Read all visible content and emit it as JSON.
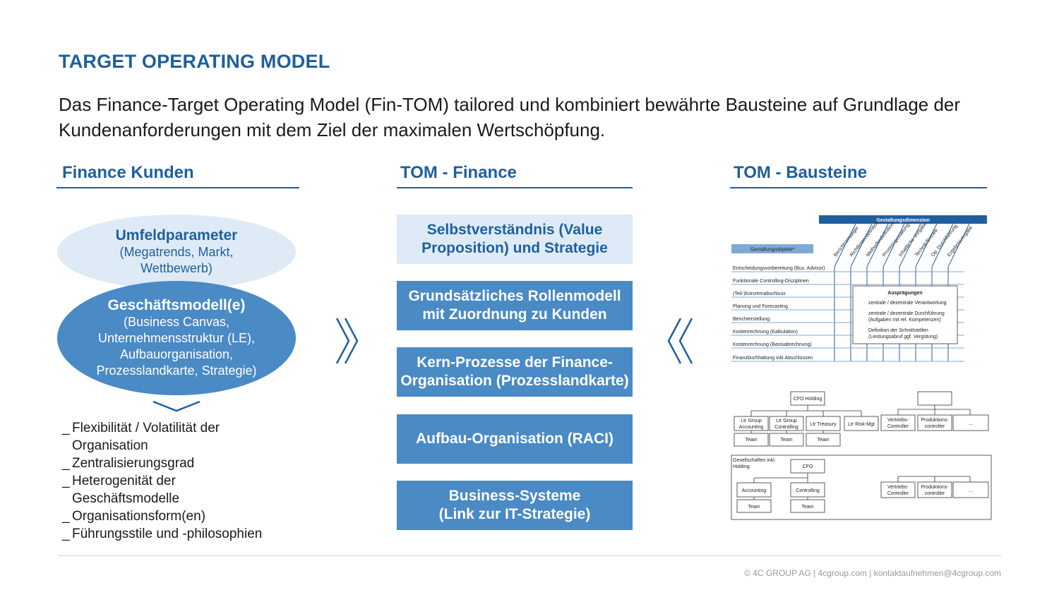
{
  "title": "TARGET OPERATING MODEL",
  "subtitle": "Das Finance-Target Operating Model (Fin-TOM) tailored und kombiniert bewährte Bausteine auf Grundlage der Kundenanforderungen mit dem Ziel der maximalen Wertschöpfung.",
  "columns": {
    "left": "Finance Kunden",
    "middle": "TOM - Finance",
    "right": "TOM - Bausteine"
  },
  "left": {
    "top_ellipse": {
      "heading": "Umfeldparameter",
      "line1": "(Megatrends, Markt,",
      "line2": "Wettbewerb)"
    },
    "bottom_ellipse": {
      "heading": "Geschäftsmodell(e)",
      "line1": "(Business Canvas,",
      "line2": "Unternehmensstruktur (LE),",
      "line3": "Aufbauorganisation,",
      "line4": "Prozesslandkarte, Strategie)"
    },
    "bullet": "_",
    "items": [
      "Flexibilität / Volatilität der Organisation",
      "Zentralisierungsgrad",
      "Heterogenität der Geschäftsmodelle",
      "Organisationsform(en)",
      "Führungsstile und -philosophien"
    ]
  },
  "middle": {
    "boxes": [
      {
        "line1": "Selbstverständnis (Value",
        "line2": "Proposition) und Strategie"
      },
      {
        "line1": "Grundsätzliches Rollenmodell",
        "line2": "mit Zuordnung zu Kunden"
      },
      {
        "line1": "Kern-Prozesse der Finance-",
        "line2": "Organisation (Prozesslandkarte)"
      },
      {
        "line1": "Aufbau-Organisation (RACI)",
        "line2": ""
      },
      {
        "line1": "Business-Systeme",
        "line2": "(Link zur IT-Strategie)"
      }
    ]
  },
  "matrix": {
    "header": "Gestaltungsdimension",
    "objects_label": "Gestaltungsobjekte*",
    "dimensions": [
      "Berichtsstrategie",
      "Richtlinien/definition",
      "Methodendefinition",
      "Prozessgestaltung",
      "Inhaltliche Vorgabe",
      "Technik/Betrieb",
      "Op. Durchführung",
      "Ergebnisvergabe"
    ],
    "rows": [
      "Entscheidungsvorbereitung (Bus. Advisor)",
      "Funktionale Controlling-Disziplinen",
      "(Teil-)Konzernabschluss",
      "Planung und Forecasting",
      "Berichterstellung",
      "Kostenrechnung (Kalkulation)",
      "Kostenrechnung (Basisabrechnung)",
      "Finanzbuchhaltung inkl.Abschlüssen"
    ],
    "auspraegungen": {
      "title": "Ausprägungen",
      "items": [
        "zentrale / dezentrale Verantwortung",
        "zentrale / dezentrale Durchführung",
        "(Aufgaben mit rel. Kompetenzen)",
        "Definition der Schnittstellen",
        "(Leistungsabruf ggf. Vergütung)"
      ]
    }
  },
  "org": {
    "cfo_holding": "CFO Holding",
    "ltr_group_accounting": [
      "Ltr Group",
      "Accounting"
    ],
    "ltr_group_controlling": [
      "Ltr Group",
      "Controlling"
    ],
    "ltr_treasury": "Ltr Treasury",
    "ltr_risk": "Ltr Risk-Mgt",
    "team": "Team",
    "vertriebs": [
      "Vertriebs-",
      "Controller"
    ],
    "produktions": [
      "Produktions-",
      "controller"
    ],
    "ellipsis": "...",
    "gesellschaften": [
      "Gesellschaften inkl.",
      "Holding"
    ],
    "cfo": "CFO",
    "accounting": "Accounting",
    "controlling": "Controlling"
  },
  "footer": "© 4C GROUP AG  |  4cgroup.com  |  kontaktaufnehmen@4cgroup.com",
  "colors": {
    "primary": "#1f5f9e",
    "box_light": "#deebf7",
    "box_dark": "#4a8ac5",
    "ellipse_light": "#deebf7",
    "ellipse_dark": "#4a8ac5"
  }
}
